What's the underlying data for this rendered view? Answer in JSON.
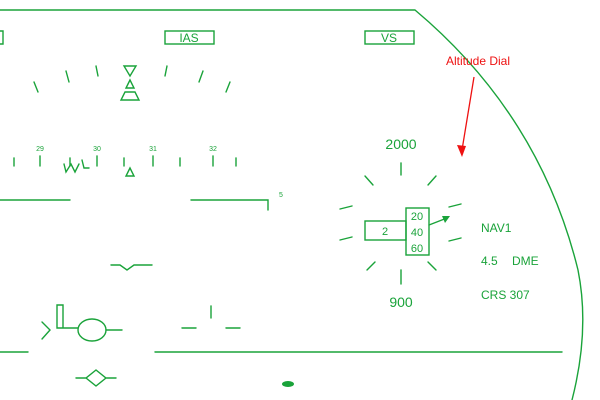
{
  "display": {
    "ias_label": "IAS",
    "vs_label": "VS"
  },
  "heading_scale": {
    "ticks": [
      "29",
      "30",
      "31",
      "32"
    ]
  },
  "pitch_ladder": {
    "label": "5"
  },
  "altitude_dial": {
    "annotation": "Altitude Dial",
    "top_value": "2000",
    "bottom_value": "900",
    "thousands_digit": "2",
    "drum_values": [
      "20",
      "40",
      "60"
    ]
  },
  "nav_info": {
    "source": "NAV1",
    "dme_value": "4.5",
    "dme_unit": "DME",
    "course": "CRS 307"
  },
  "colors": {
    "hud_green": "#1aa33a",
    "annotation_red": "#e11111"
  }
}
